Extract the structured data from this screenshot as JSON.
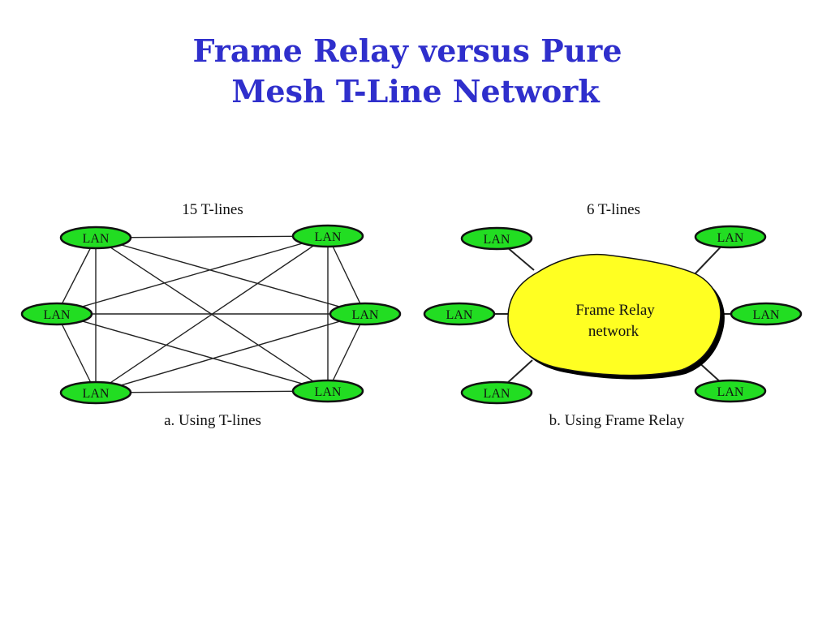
{
  "title": {
    "line1": "Frame Relay versus Pure",
    "line2": "Mesh T-Line Network"
  },
  "colors": {
    "title": "#2f2fcc",
    "lan_fill": "#22dd22",
    "cloud_fill": "#ffff22",
    "line": "#222222"
  },
  "left_panel": {
    "heading": "15 T-lines",
    "caption": "a. Using T-lines",
    "nodes": [
      "LAN",
      "LAN",
      "LAN",
      "LAN",
      "LAN",
      "LAN"
    ]
  },
  "right_panel": {
    "heading": "6 T-lines",
    "caption": "b. Using Frame Relay",
    "cloud_line1": "Frame Relay",
    "cloud_line2": "network",
    "nodes": [
      "LAN",
      "LAN",
      "LAN",
      "LAN",
      "LAN",
      "LAN"
    ]
  }
}
